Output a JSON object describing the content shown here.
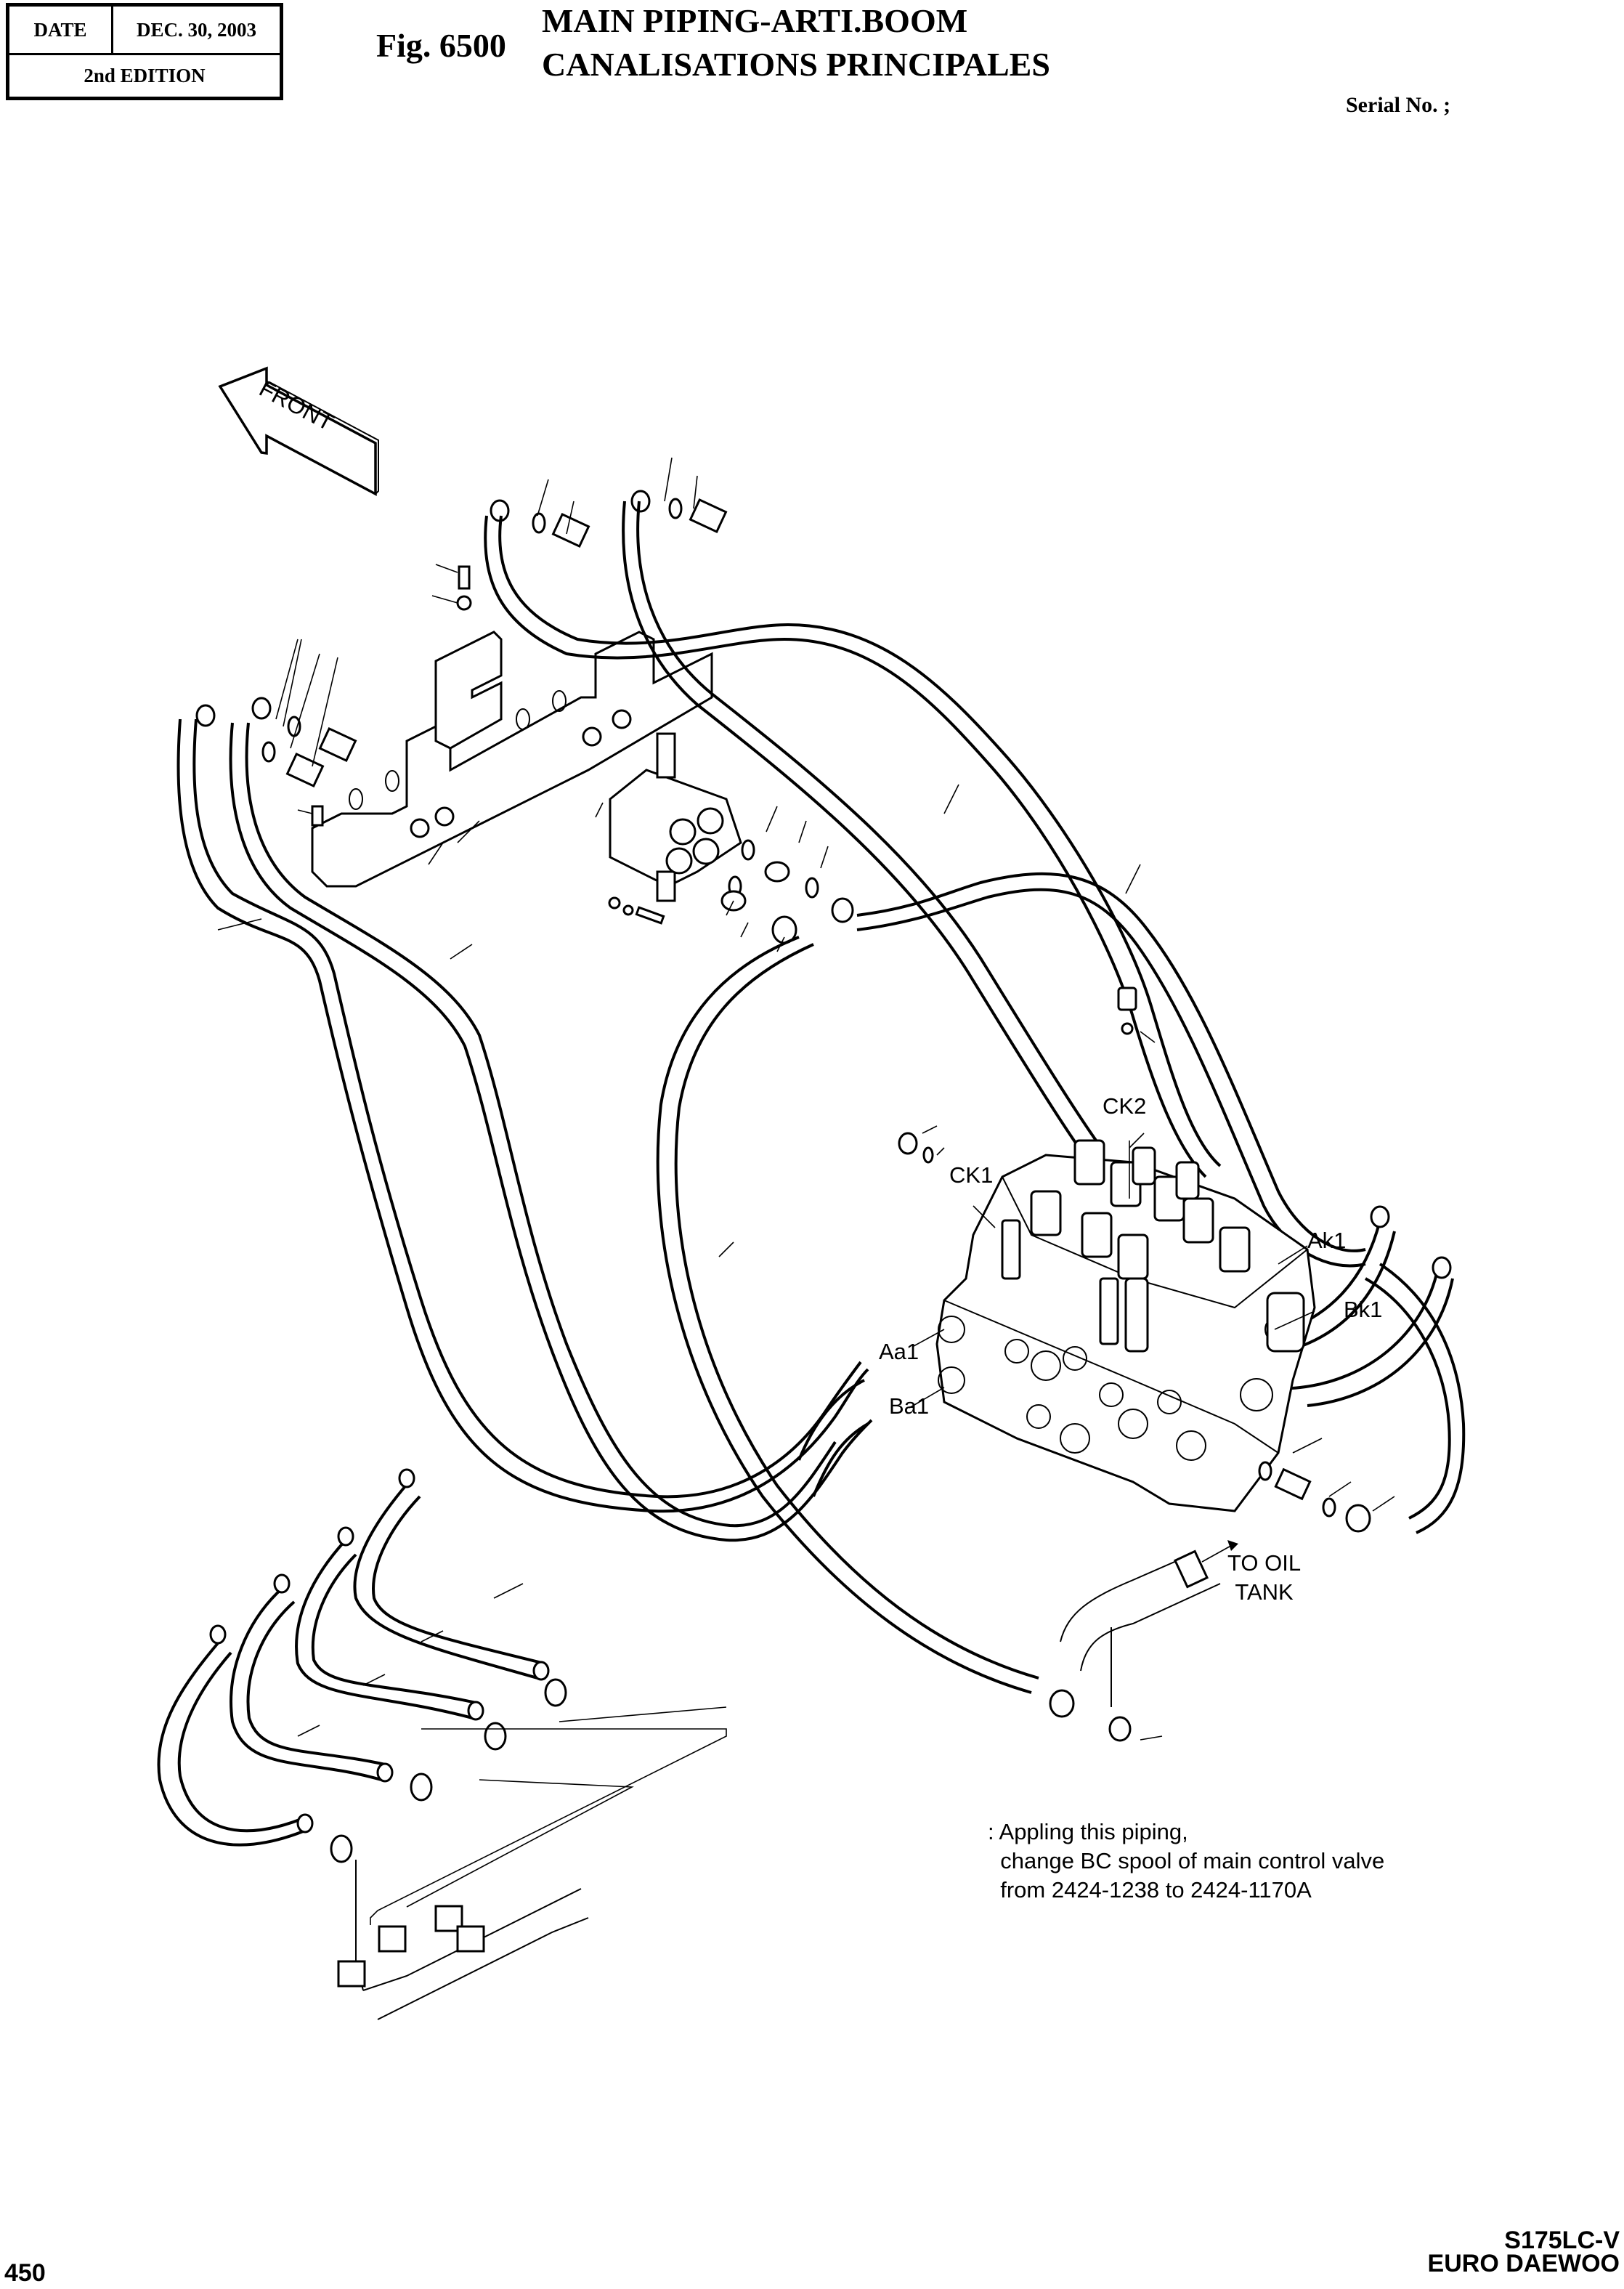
{
  "header": {
    "date_label": "DATE",
    "date_value": "DEC. 30,  2003",
    "edition": "2nd EDITION",
    "fig_number": "Fig. 6500",
    "title_en": "MAIN PIPING-ARTI.BOOM",
    "title_fr": "CANALISATIONS PRINCIPALES",
    "serial": "Serial No. ;"
  },
  "diagram": {
    "front_arrow_label": "FRONT",
    "port_labels": {
      "ck1": "CK1",
      "ck2": "CK2",
      "ak1": "Ak1",
      "bk1": "Bk1",
      "aa1": "Aa1",
      "ba1": "Ba1"
    },
    "oil_tank_label_line1": "TO OIL",
    "oil_tank_label_line2": "TANK",
    "note": ": Appling this piping,\n  change BC spool of main control valve\n  from 2424-1238 to 2424-1170A"
  },
  "footer": {
    "page_number": "450",
    "model_line1": "S175LC-V",
    "model_line2": "EURO DAEWOO"
  }
}
